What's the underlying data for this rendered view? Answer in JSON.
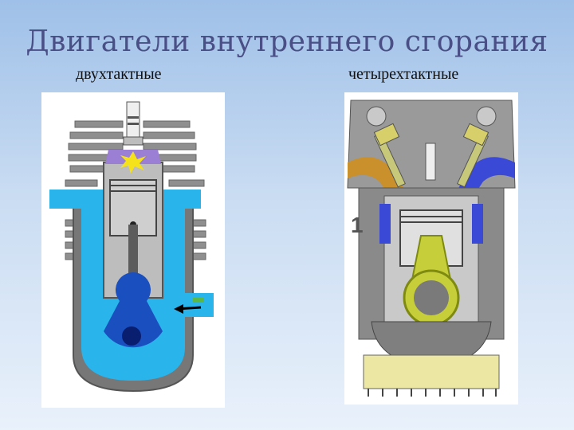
{
  "slide": {
    "title": "Двигатели внутреннего сгорания",
    "left_caption": "двухтактные",
    "right_caption": "четырехтактные"
  },
  "right_figure": {
    "stroke_label": "1"
  },
  "colors": {
    "title": "#4a4f86",
    "coolant": "#2ab4ec",
    "cylinder": "#8c8c8c",
    "combustion": "#9b7fd4",
    "crank": "#1a4fc0",
    "rod": "#c6cf39",
    "exhaust": "#c9902c",
    "intake": "#3b4ad6",
    "oil": "#ece7a3"
  }
}
